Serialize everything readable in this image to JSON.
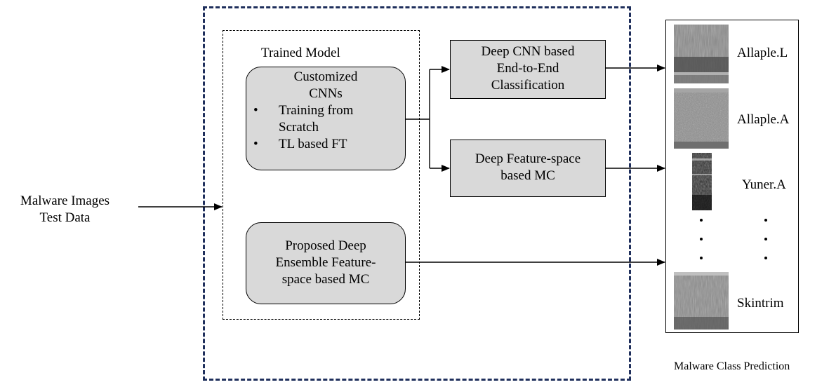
{
  "input_label": [
    "Malware Images",
    "Test Data"
  ],
  "trained_model": {
    "title": "Trained Model",
    "customized_cnns": {
      "title": [
        "Customized",
        "CNNs"
      ],
      "bullets": [
        [
          "Training from",
          "Scratch"
        ],
        [
          "TL based FT"
        ]
      ]
    },
    "proposed_ensemble": [
      "Proposed Deep",
      "Ensemble Feature-",
      "space based MC"
    ]
  },
  "deep_cnn_box": [
    "Deep CNN based",
    "End-to-End",
    "Classification"
  ],
  "deep_feature_box": [
    "Deep Feature-space",
    "based MC"
  ],
  "predictions": {
    "classes": [
      "Allaple.L",
      "Allaple.A",
      "Yuner.A",
      "Skintrim"
    ],
    "caption": "Malware Class Prediction"
  },
  "colors": {
    "outer_border": "#1f2f5c",
    "box_fill": "#d9d9d9"
  }
}
